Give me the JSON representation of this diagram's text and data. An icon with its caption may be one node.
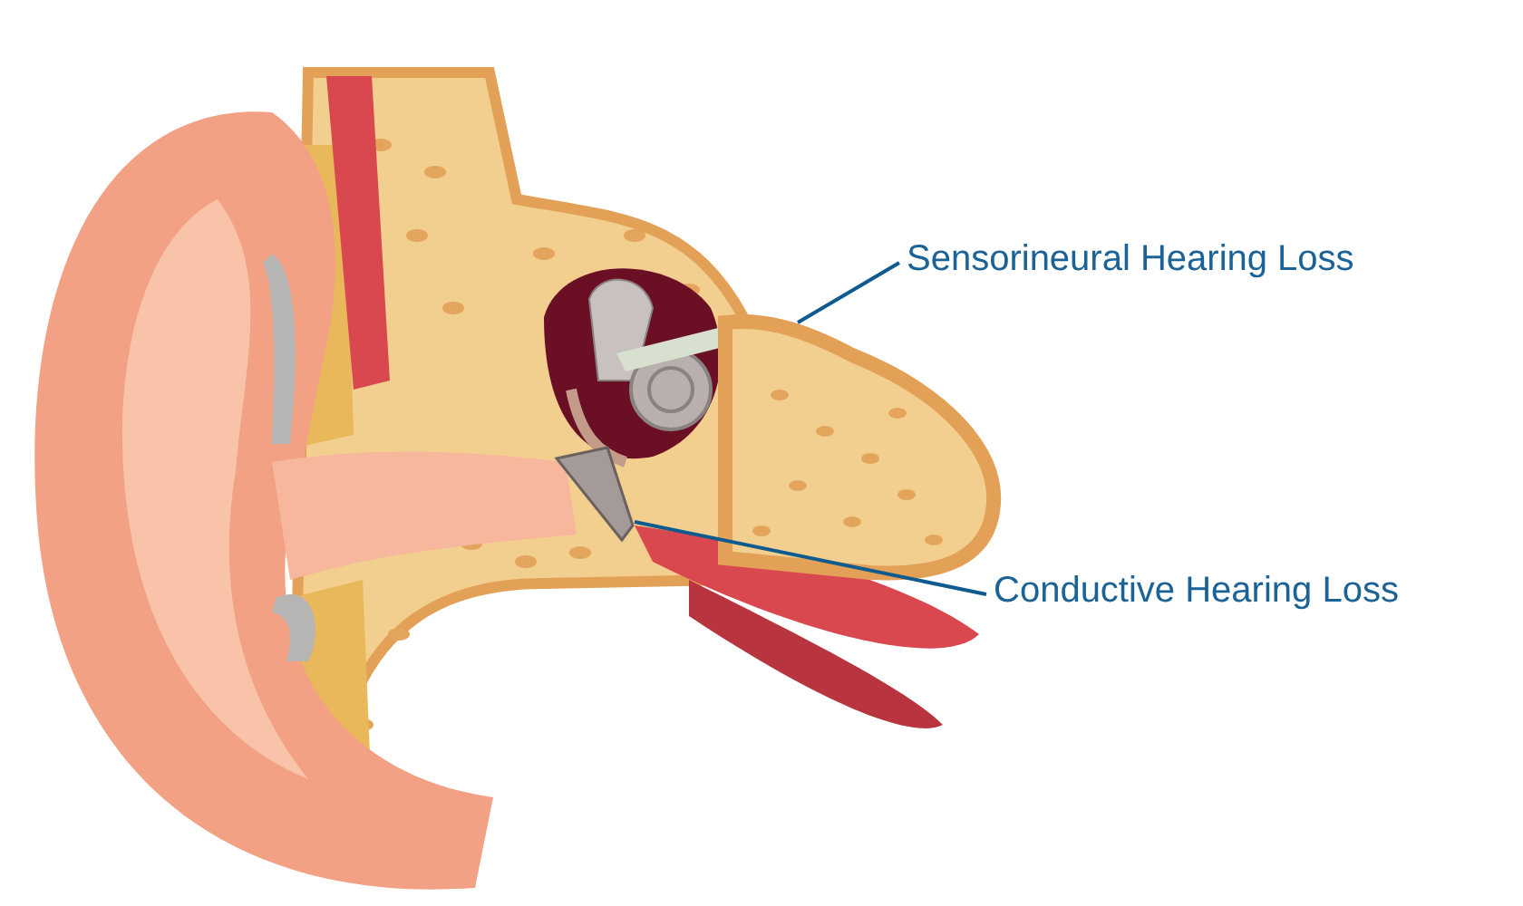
{
  "diagram": {
    "nodes": [
      {
        "text": [
          "Sensorineural Hearing Loss"
        ]
      },
      {
        "text": [
          "Conductive Hearing Loss"
        ]
      },
      {
        "text": [],
        "shape": "picture"
      },
      {
        "text": [],
        "shape": "picture"
      }
    ],
    "edges": [
      {
        "from": 0,
        "to": 2,
        "arrow": "none"
      },
      {
        "from": 1,
        "to": 3,
        "arrow": "none"
      }
    ]
  }
}
